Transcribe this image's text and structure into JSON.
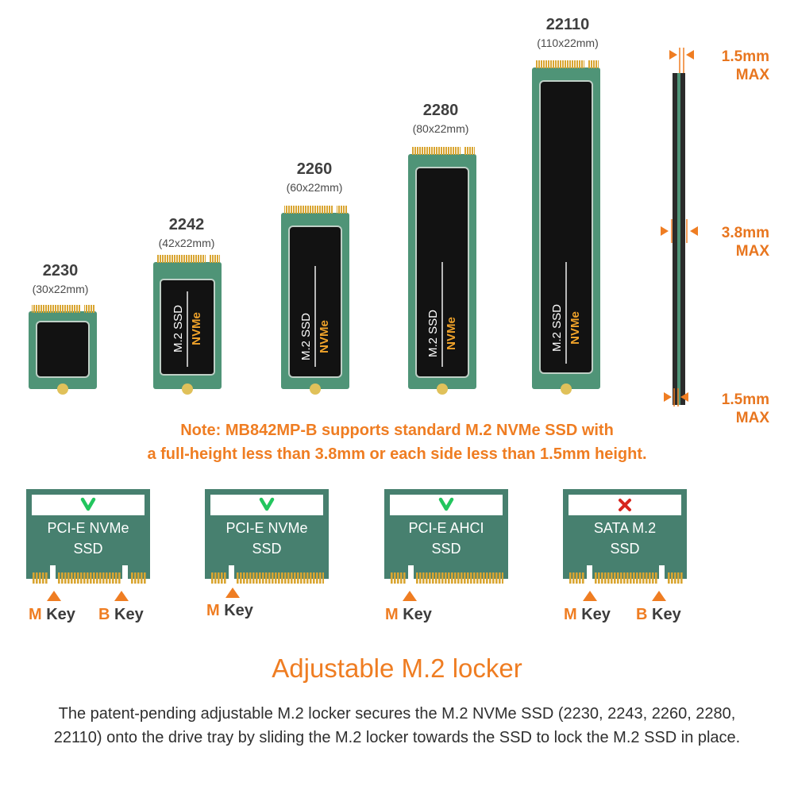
{
  "ssd_sizes": [
    {
      "name": "2230",
      "dims": "(30x22mm)"
    },
    {
      "name": "2242",
      "dims": "(42x22mm)"
    },
    {
      "name": "2260",
      "dims": "(60x22mm)"
    },
    {
      "name": "2280",
      "dims": "(80x22mm)"
    },
    {
      "name": "22110",
      "dims": "(110x22mm)"
    }
  ],
  "chip_text": {
    "brand": "M.2 SSD",
    "protocol": "NVMe"
  },
  "thickness": [
    {
      "value": "1.5mm",
      "max": "MAX"
    },
    {
      "value": "3.8mm",
      "max": "MAX"
    },
    {
      "value": "1.5mm",
      "max": "MAX"
    }
  ],
  "note": {
    "line1": "Note: MB842MP-B supports standard M.2 NVMe SSD with",
    "line2": "a full-height less than 3.8mm or each side less than 1.5mm height."
  },
  "key_types": [
    {
      "line1": "PCI-E NVMe",
      "line2": "SSD",
      "supported": true,
      "keys": [
        {
          "letter": "M",
          "word": "Key"
        },
        {
          "letter": "B",
          "word": "Key"
        }
      ]
    },
    {
      "line1": "PCI-E NVMe",
      "line2": "SSD",
      "supported": true,
      "keys": [
        {
          "letter": "M",
          "word": "Key"
        }
      ]
    },
    {
      "line1": "PCI-E AHCI",
      "line2": "SSD",
      "supported": true,
      "keys": [
        {
          "letter": "M",
          "word": "Key"
        }
      ]
    },
    {
      "line1": "SATA M.2",
      "line2": "SSD",
      "supported": false,
      "keys": [
        {
          "letter": "M",
          "word": "Key"
        },
        {
          "letter": "B",
          "word": "Key"
        }
      ]
    }
  ],
  "footer": {
    "title": "Adjustable M.2 locker",
    "text": "The patent-pending adjustable M.2 locker secures the M.2 NVMe SSD (2230, 2243, 2260, 2280, 22110) onto the drive tray by sliding the M.2 locker towards the SSD to lock the M.2 SSD in place."
  },
  "colors": {
    "pcb": "#4f9477",
    "pcb_dark": "#3d7d62",
    "chip": "#121212",
    "gold": "#d9a531",
    "accent": "#ef7d22",
    "check": "#22c55e",
    "cross": "#d7261e",
    "card": "#47806f"
  }
}
